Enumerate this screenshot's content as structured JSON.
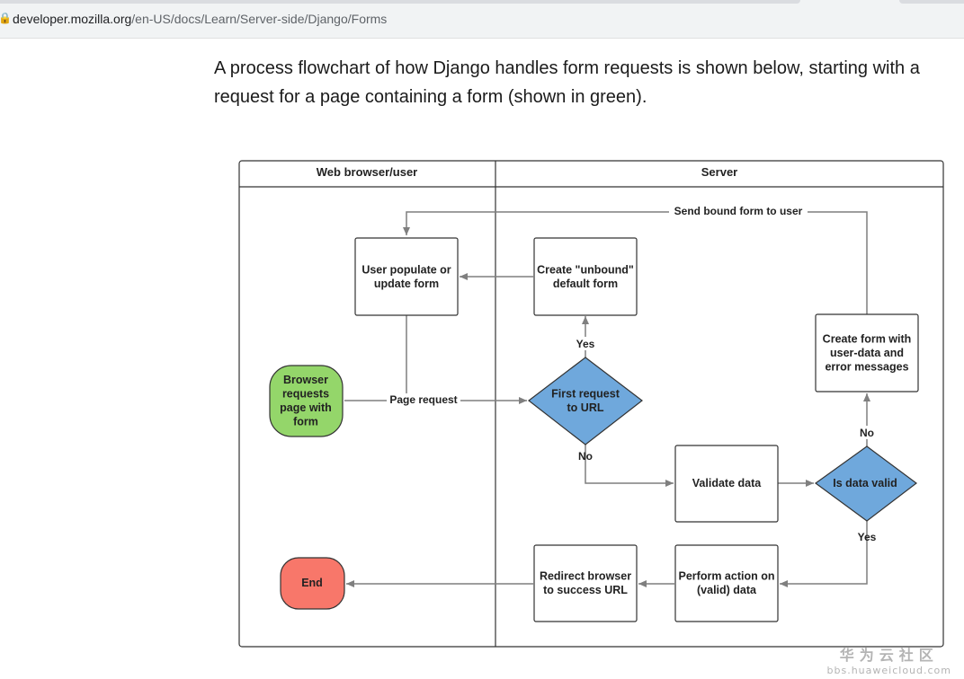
{
  "browser": {
    "url_host": "developer.mozilla.org",
    "url_path": "/en-US/docs/Learn/Server-side/Django/Forms"
  },
  "article": {
    "intro": "A process flowchart of how Django handles form requests is shown below, starting with a request for a page containing a form (shown in green)."
  },
  "flowchart": {
    "lanes": {
      "browser": "Web browser/user",
      "server": "Server"
    },
    "nodes": {
      "user_populate": [
        "User populate or",
        "update form"
      ],
      "create_unbound": [
        "Create \"unbound\"",
        "default form"
      ],
      "create_form_errors": [
        "Create form with",
        "user-data and",
        "error messages"
      ],
      "browser_requests": [
        "Browser",
        "requests",
        "page with",
        "form"
      ],
      "first_request": [
        "First request",
        "to URL"
      ],
      "validate": [
        "Validate data"
      ],
      "is_valid": [
        "Is data valid"
      ],
      "end": [
        "End"
      ],
      "redirect": [
        "Redirect browser",
        "to success URL"
      ],
      "perform_action": [
        "Perform action on",
        "(valid) data"
      ]
    },
    "edge_labels": {
      "send_bound": "Send bound form to user",
      "page_request": "Page request",
      "yes_first": "Yes",
      "no_first": "No",
      "no_valid": "No",
      "yes_valid": "Yes"
    },
    "colors": {
      "start": "#94d66a",
      "decision": "#6fa8dc",
      "end": "#f8776a",
      "line": "#7f7f7f"
    }
  },
  "watermark": {
    "title": "华为云社区",
    "url": "bbs.huaweicloud.com"
  }
}
